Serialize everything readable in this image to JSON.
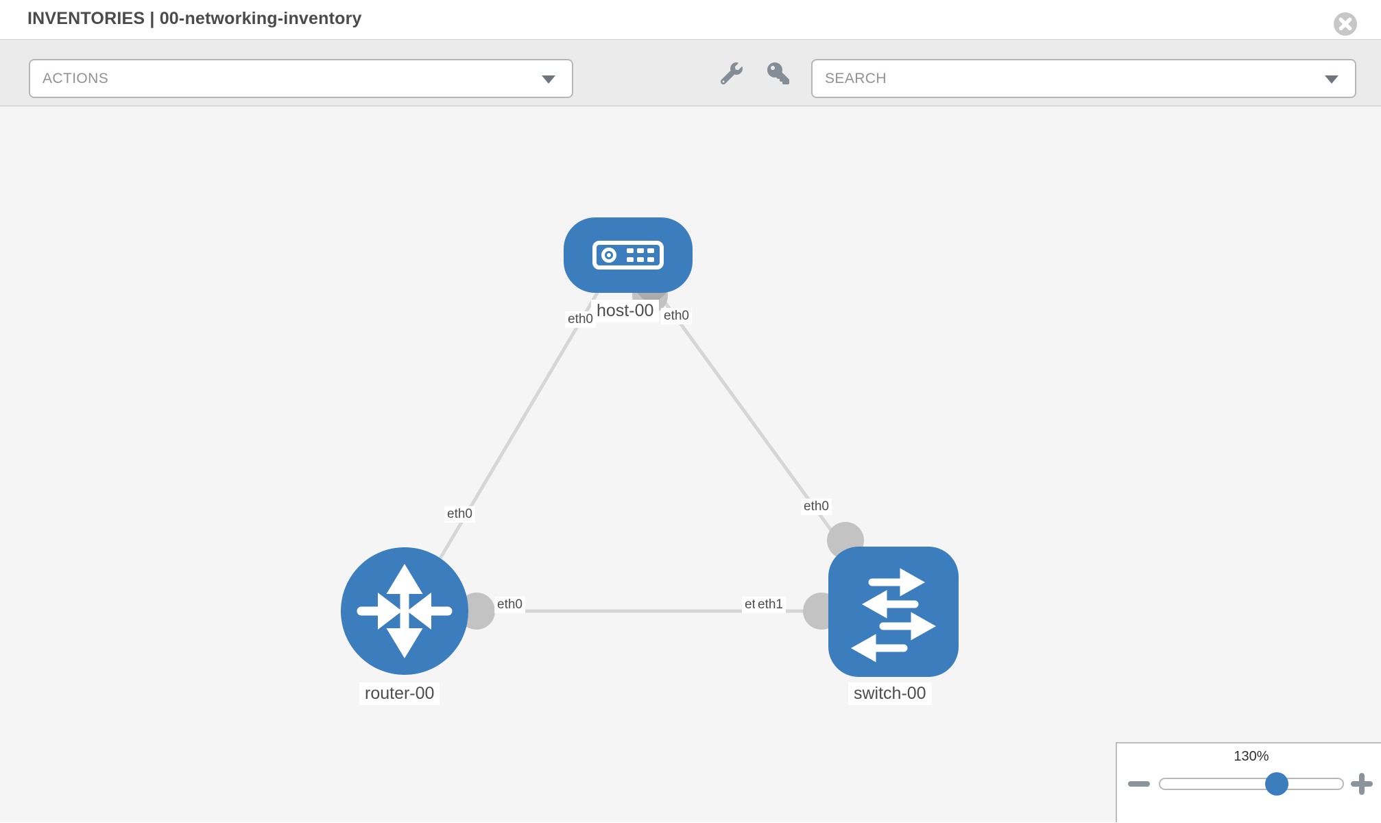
{
  "window": {
    "title": "INVENTORIES | 00-networking-inventory"
  },
  "toolbar": {
    "actions_placeholder": "ACTIONS",
    "search_placeholder": "SEARCH"
  },
  "icons": {
    "close": "circle-x",
    "actions_caret": "triangle-down",
    "search_caret": "triangle-down",
    "left_tool": "wrench",
    "right_tool": "key",
    "zoom_out": "minus",
    "zoom_in": "plus"
  },
  "topology": {
    "nodes": [
      {
        "label": "host-00",
        "type": "host"
      },
      {
        "label": "router-00",
        "type": "router"
      },
      {
        "label": "switch-00",
        "type": "switch"
      }
    ],
    "edges": [
      {
        "from": "host-00",
        "to": "router-00",
        "from_interface": "eth0",
        "to_interface": "eth0"
      },
      {
        "from": "host-00",
        "to": "switch-00",
        "from_interface": "eth0",
        "to_interface": "eth0"
      },
      {
        "from": "router-00",
        "to": "switch-00",
        "from_interface": "eth0",
        "to_interface": "eth1",
        "to_interface_overlapped": "eth0"
      }
    ]
  },
  "zoom_control": {
    "level": "130%"
  },
  "colors": {
    "node_blue": "#3b7dbd",
    "edge_gray": "#d6d6d6",
    "endpoint_gray": "#c3c3c3",
    "canvas_bg": "#f5f5f6",
    "toolbar_bg": "#ebebeb"
  }
}
